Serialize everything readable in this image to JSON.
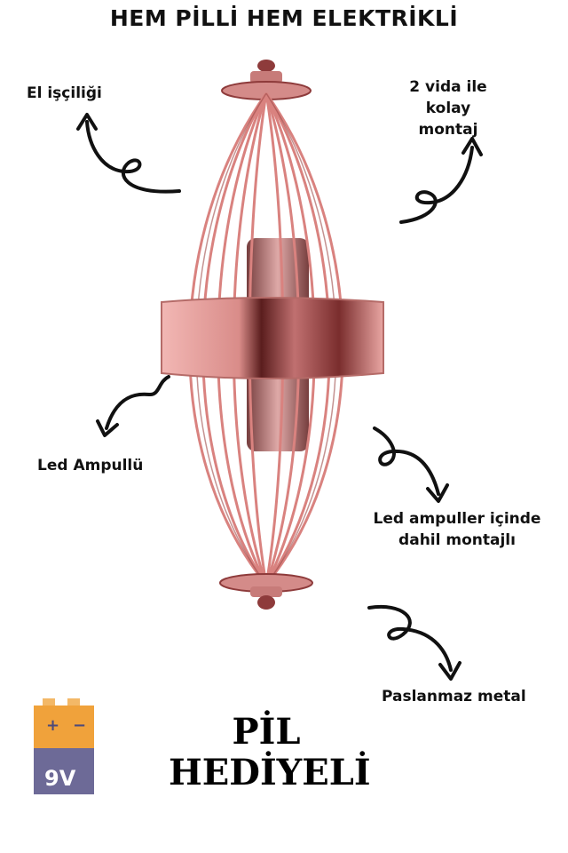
{
  "title": "HEM PİLLİ HEM ELEKTRİKLİ",
  "callouts": {
    "handcraft": "El işçiliği",
    "mount_line1": "2 vida ile",
    "mount_line2": "kolay montaj",
    "led": "Led Ampullü",
    "included_line1": "Led ampuller içinde",
    "included_line2": "dahil montajlı",
    "material": "Paslanmaz metal"
  },
  "gift": {
    "line1": "PİL",
    "line2": "HEDİYELİ"
  },
  "battery": {
    "plus": "+",
    "minus": "−",
    "voltage": "9V"
  },
  "colors": {
    "lamp_pink": "#e49a9a",
    "lamp_dark": "#8e3b3b",
    "battery_orange": "#f0a23b",
    "battery_purple": "#6d6a97"
  }
}
